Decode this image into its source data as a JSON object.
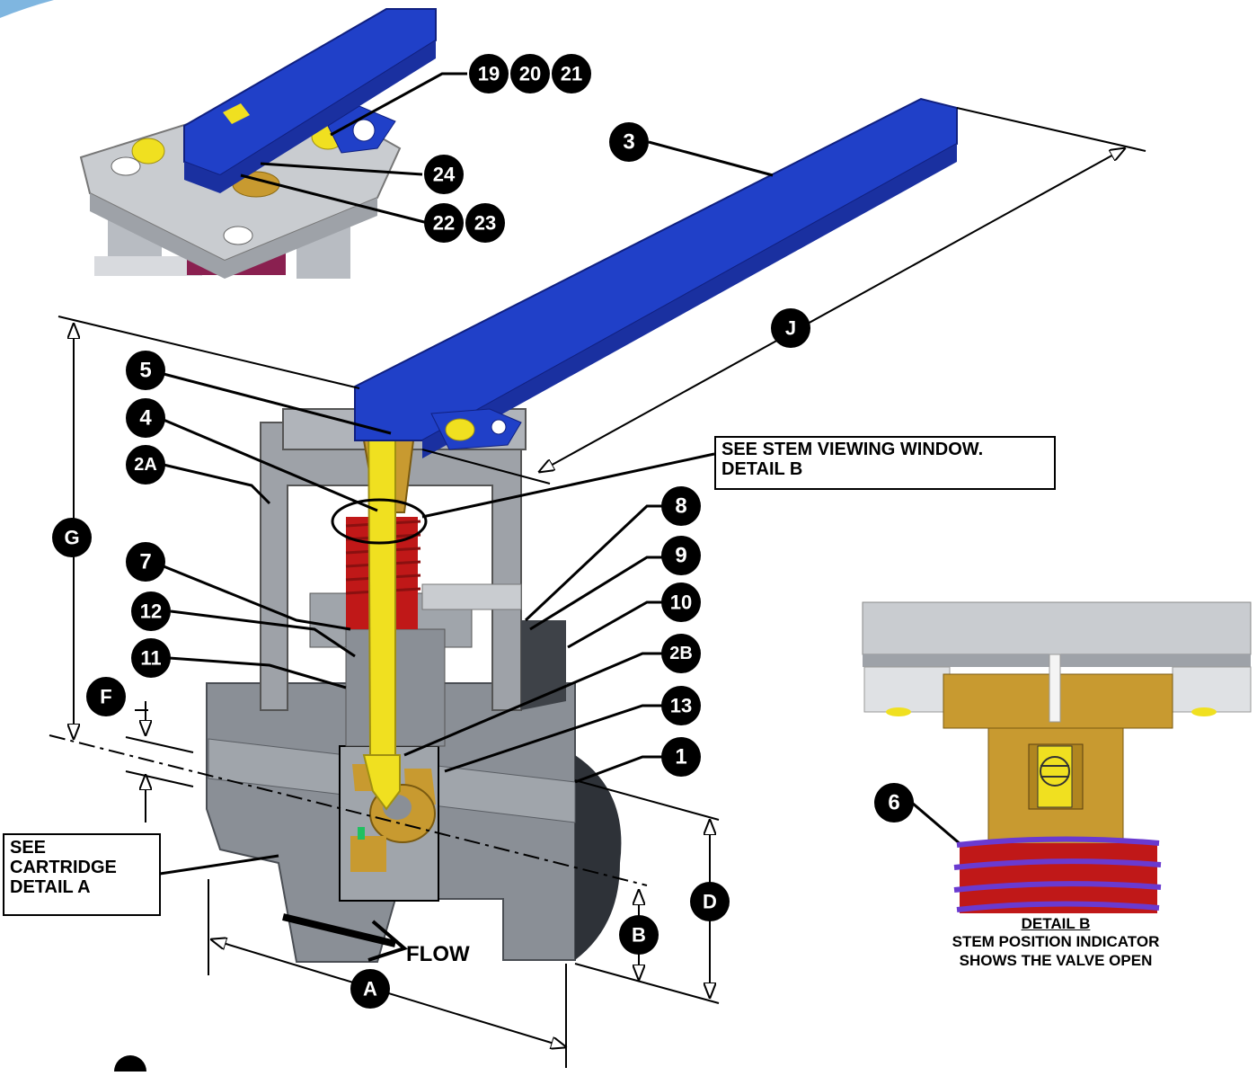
{
  "callouts": {
    "c19": "19",
    "c20": "20",
    "c21": "21",
    "c24": "24",
    "c22": "22",
    "c23": "23",
    "c3": "3",
    "c5": "5",
    "c4": "4",
    "c2a": "2A",
    "c7": "7",
    "c12": "12",
    "c11": "11",
    "c8": "8",
    "c9": "9",
    "c10": "10",
    "c2b": "2B",
    "c13": "13",
    "c1": "1",
    "c6": "6"
  },
  "dimensions": {
    "a": "A",
    "b": "B",
    "d": "D",
    "f": "F",
    "g": "G",
    "j": "J"
  },
  "notes": {
    "stem_window_line1": "SEE STEM VIEWING WINDOW.",
    "stem_window_line2": "DETAIL B",
    "cartridge_line1": "SEE",
    "cartridge_line2": "CARTRIDGE",
    "cartridge_line3": "DETAIL A"
  },
  "flow_label": "FLOW",
  "detail_b": {
    "title": "DETAIL B",
    "line1": "STEM POSITION INDICATOR",
    "line2": "SHOWS THE VALVE OPEN"
  },
  "colors": {
    "handle_blue": "#2040c8",
    "body_gray": "#8a8f96",
    "light_gray": "#c9ccd0",
    "stem_yellow": "#f0e020",
    "brass": "#c89a30",
    "spring_red": "#c01818",
    "spring_purple": "#6a3ad0"
  }
}
